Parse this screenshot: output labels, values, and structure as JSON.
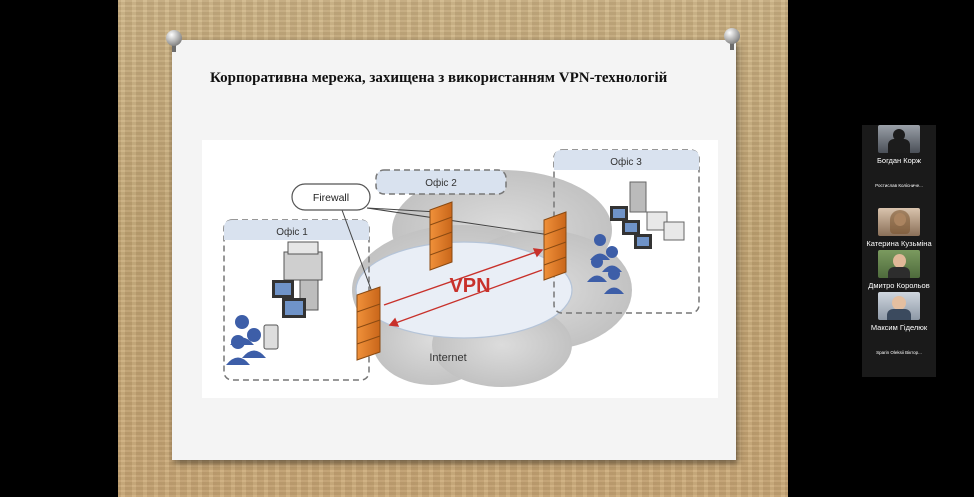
{
  "slide": {
    "title": "Корпоративна мережа, захищена з використанням VPN-технологій"
  },
  "diagram": {
    "office1": "Офіс 1",
    "office2": "Офіс 2",
    "office3": "Офіс 3",
    "firewall": "Firewall",
    "vpn": "VPN",
    "internet": "Internet"
  },
  "participants": [
    {
      "name": "Богдан Корж",
      "has_video": true
    },
    {
      "name": "Ростислав Колісниче...",
      "has_video": false
    },
    {
      "name": "Катерина Кузьміна",
      "has_video": true
    },
    {
      "name": "Дмитро Корольов",
      "has_video": true
    },
    {
      "name": "Максим Гіделюк",
      "has_video": true
    },
    {
      "name": "Sparin Oleksii Віктор...",
      "has_video": false
    }
  ],
  "colors": {
    "firewall_orange": "#e07b24",
    "vpn_red": "#c8312b",
    "office_header": "#d9e2ef",
    "people_blue": "#3d5ea8"
  }
}
